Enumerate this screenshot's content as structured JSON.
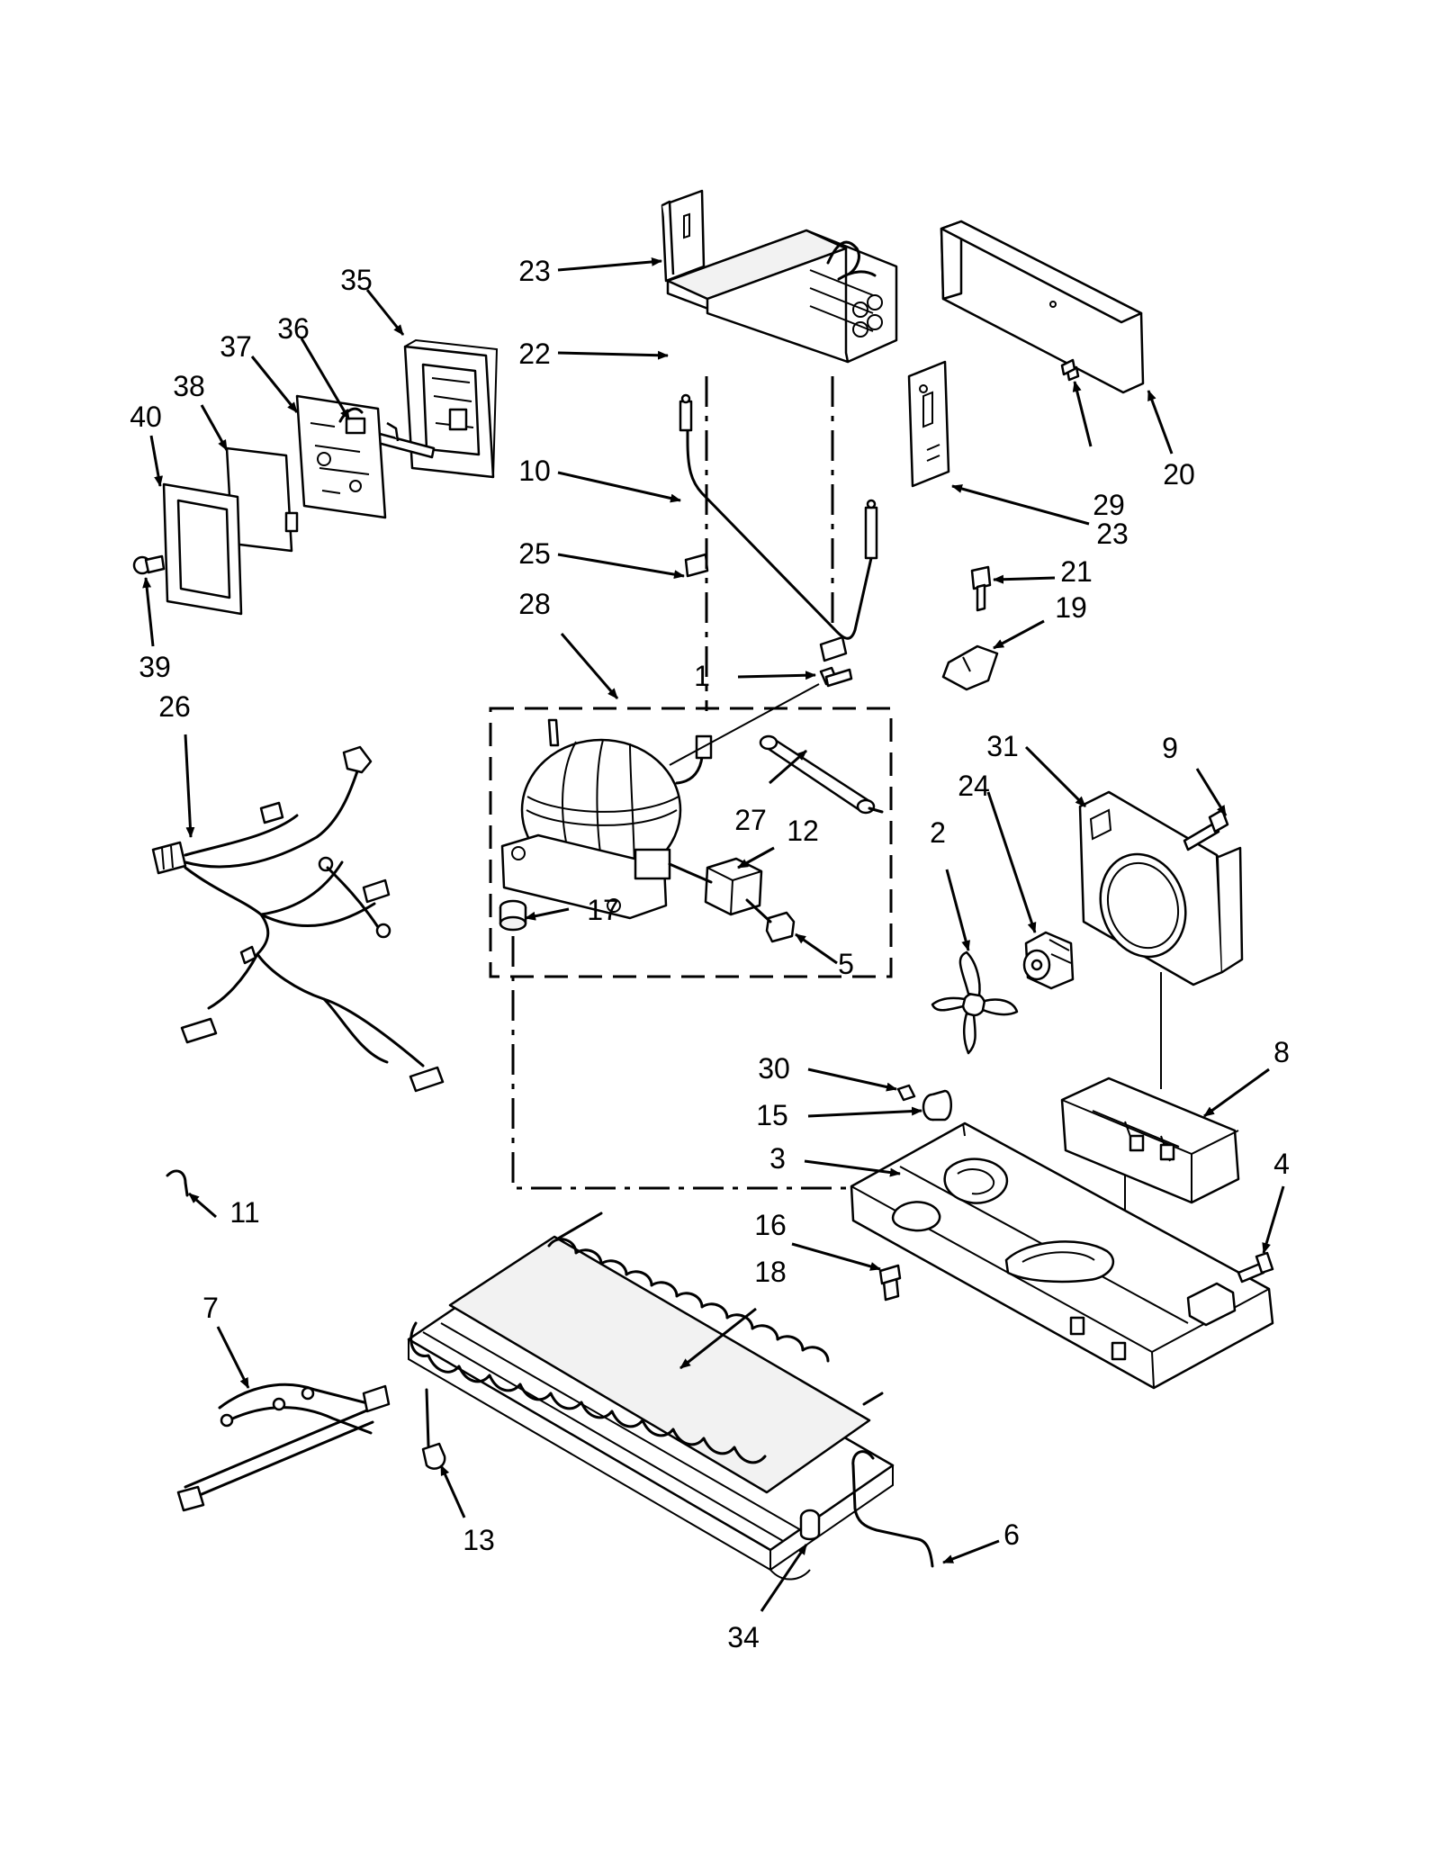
{
  "callouts": [
    "1",
    "2",
    "3",
    "4",
    "5",
    "6",
    "7",
    "8",
    "9",
    "10",
    "11",
    "12",
    "13",
    "15",
    "16",
    "17",
    "18",
    "19",
    "20",
    "21",
    "22",
    "23",
    "24",
    "25",
    "26",
    "27",
    "28",
    "29",
    "30",
    "31",
    "34",
    "35",
    "36",
    "37",
    "38",
    "39",
    "40"
  ],
  "callout_23b": "23"
}
